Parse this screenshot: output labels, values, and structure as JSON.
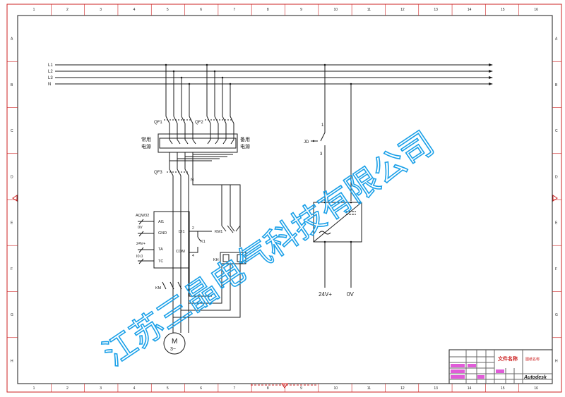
{
  "frame": {
    "column_numbers": [
      "1",
      "2",
      "3",
      "4",
      "5",
      "6",
      "7",
      "8",
      "9",
      "10",
      "11",
      "12",
      "13",
      "14",
      "15",
      "16"
    ],
    "row_letters": [
      "A",
      "B",
      "C",
      "D",
      "E",
      "F",
      "G",
      "H"
    ]
  },
  "bus": [
    "L1",
    "L2",
    "L3",
    "N"
  ],
  "breakers": {
    "qf1": "QF1",
    "qf2": "QF2",
    "qf3": "QF3"
  },
  "source_labels": {
    "main": "常用\n电源",
    "backup": "备用\n电源"
  },
  "neutral_tap": "N",
  "relay": {
    "jd": "JD",
    "pin1": "1",
    "pin3": "3"
  },
  "controller": {
    "model": "AQW32",
    "pins_left": [
      "AI1",
      "GND",
      "TA",
      "TC"
    ],
    "pins_right": [
      "DI1",
      "COM"
    ],
    "pin_numbers": [
      "2",
      "4"
    ],
    "side_labels": [
      "0V",
      "24V+",
      "I0.0"
    ],
    "k1": "K1"
  },
  "contactors": {
    "km1": "KM1",
    "km2": "KM",
    "kh": "KH"
  },
  "motor": {
    "label": "M",
    "sub": "3~"
  },
  "psu_outputs": [
    "24V+",
    "0V"
  ],
  "watermark": "江苏三晶电气科技有限公司",
  "title_block": {
    "file_name": "文件名称",
    "drawing_name": "图纸名称",
    "software": "Autodesk"
  },
  "colors": {
    "line": "#1a1a1a",
    "watermark": "#1aa0e8",
    "frame_red": "#cc2020",
    "title_magenta": "#e05cd8"
  }
}
